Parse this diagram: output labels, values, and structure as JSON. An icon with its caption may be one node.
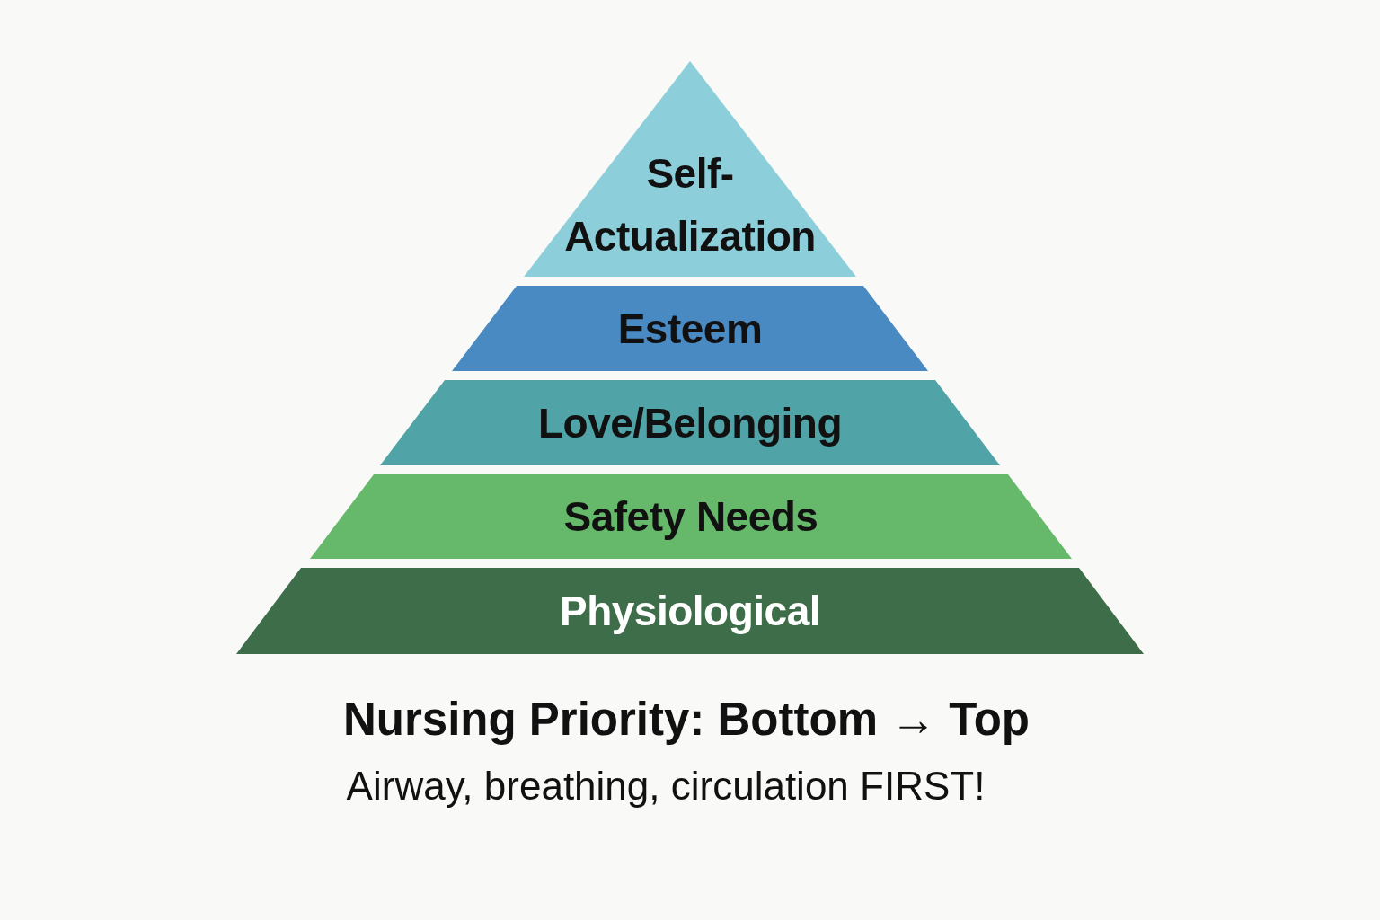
{
  "diagram": {
    "nodes": [
      {
        "text": [
          "Self-Actualization"
        ]
      },
      {
        "text": [
          "Esteem"
        ]
      },
      {
        "text": [
          "Love/Belonging"
        ]
      },
      {
        "text": [
          "Safety Needs"
        ]
      },
      {
        "text": [
          "Physiological"
        ]
      }
    ],
    "labels": [
      "Nursing Priority: Bottom → Top",
      "Airway, breathing, circulation FIRST!"
    ]
  }
}
